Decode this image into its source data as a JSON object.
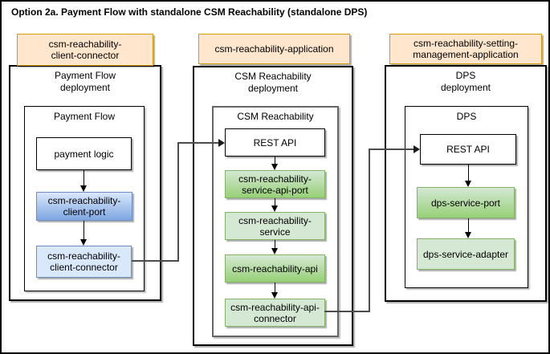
{
  "title": "Option 2a. Payment Flow with standalone CSM Reachability (standalone DPS)",
  "columns": [
    {
      "app_label": "csm-reachability-\nclient-connector",
      "deployment_title": "Payment Flow\ndeployment",
      "container_title": "Payment Flow",
      "nodes": [
        {
          "label": "payment logic"
        },
        {
          "label": "csm-reachability-\nclient-port"
        },
        {
          "label": "csm-reachability-\nclient-connector"
        }
      ]
    },
    {
      "app_label": "csm-reachability-application",
      "deployment_title": "CSM Reachability\ndeployment",
      "container_title": "CSM Reachability",
      "nodes": [
        {
          "label": "REST API"
        },
        {
          "label": "csm-reachability-\nservice-api-port"
        },
        {
          "label": "csm-reachability-\nservice"
        },
        {
          "label": "csm-reachability-api"
        },
        {
          "label": "csm-reachability-api-\nconnector"
        }
      ]
    },
    {
      "app_label": "csm-reachability-setting-\nmanagement-application",
      "deployment_title": "DPS\ndeployment",
      "container_title": "DPS",
      "nodes": [
        {
          "label": "REST API"
        },
        {
          "label": "dps-service-port"
        },
        {
          "label": "dps-service-adapter"
        }
      ]
    }
  ],
  "colors": {
    "app_label_fill": "#FFE6CC",
    "app_label_stroke": "#D79B00",
    "blue_fill": "#DAE8FC",
    "blue_gradient": "#7EA6E0",
    "blue_stroke": "#6C8EBF",
    "green_fill": "#D5E8D4",
    "green_gradient": "#97D077",
    "green_stroke": "#82B366",
    "edge_line": "#4d4d4d",
    "box_stroke": "#000000"
  }
}
